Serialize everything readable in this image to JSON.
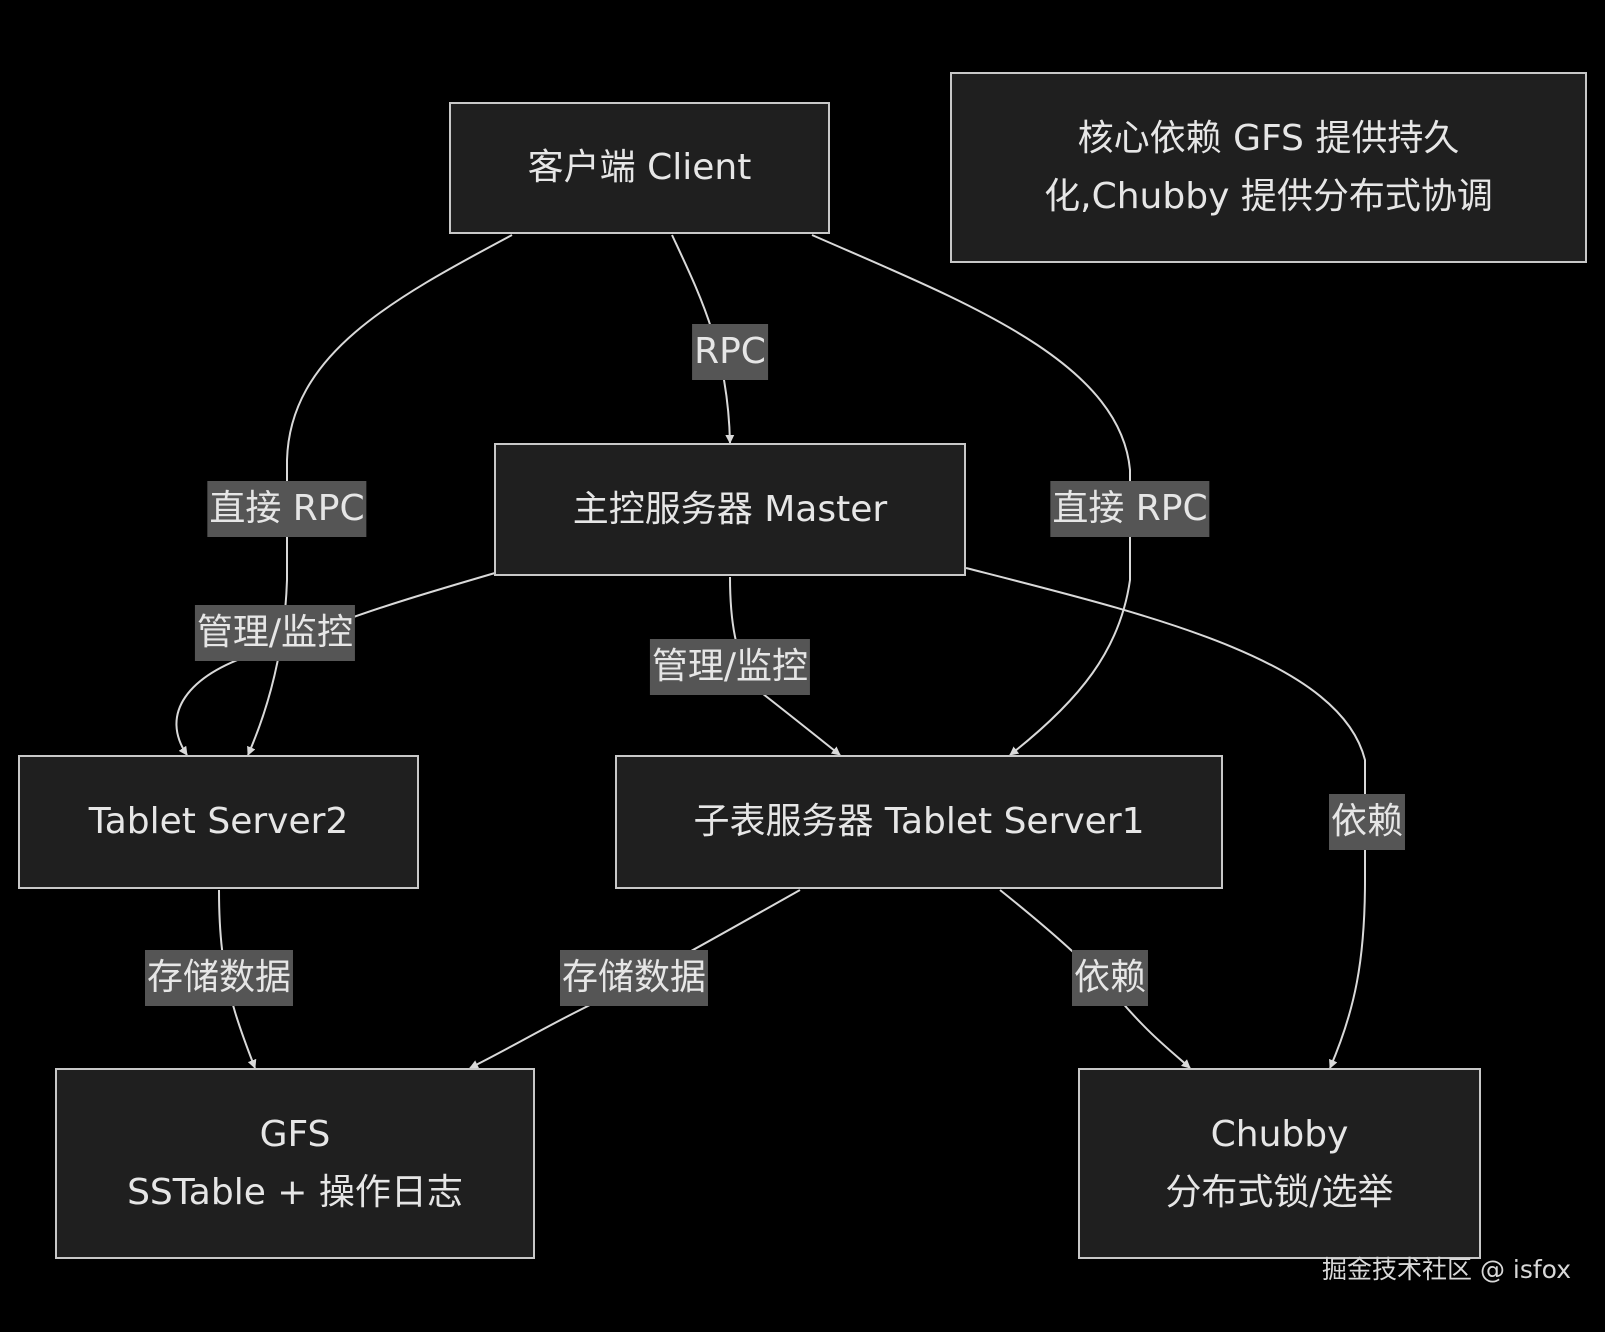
{
  "nodes": {
    "client": {
      "label": "客户端 Client"
    },
    "master": {
      "label": "主控服务器 Master"
    },
    "tablet_server2": {
      "label": "Tablet Server2"
    },
    "tablet_server1": {
      "label": "子表服务器 Tablet Server1"
    },
    "gfs": {
      "line1": "GFS",
      "line2": "SSTable + 操作日志"
    },
    "chubby": {
      "line1": "Chubby",
      "line2": "分布式锁/选举"
    }
  },
  "note": {
    "text": "核心依赖 GFS 提供持久化,Chubby 提供分布式协调"
  },
  "edges": {
    "client_master": "RPC",
    "client_ts2": "直接 RPC",
    "client_ts1": "直接 RPC",
    "master_ts2": "管理/监控",
    "master_ts1": "管理/监控",
    "master_chubby": "依赖",
    "ts2_gfs": "存储数据",
    "ts1_gfs": "存储数据",
    "ts1_chubby": "依赖"
  },
  "watermark": "掘金技术社区 @ isfox",
  "colors": {
    "background": "#000000",
    "node_fill": "#1f1f1f",
    "node_border": "#c8c8c8",
    "edge_line": "#d9d9d9",
    "edge_label_bg": "#555555",
    "text": "#e6e6e6"
  }
}
